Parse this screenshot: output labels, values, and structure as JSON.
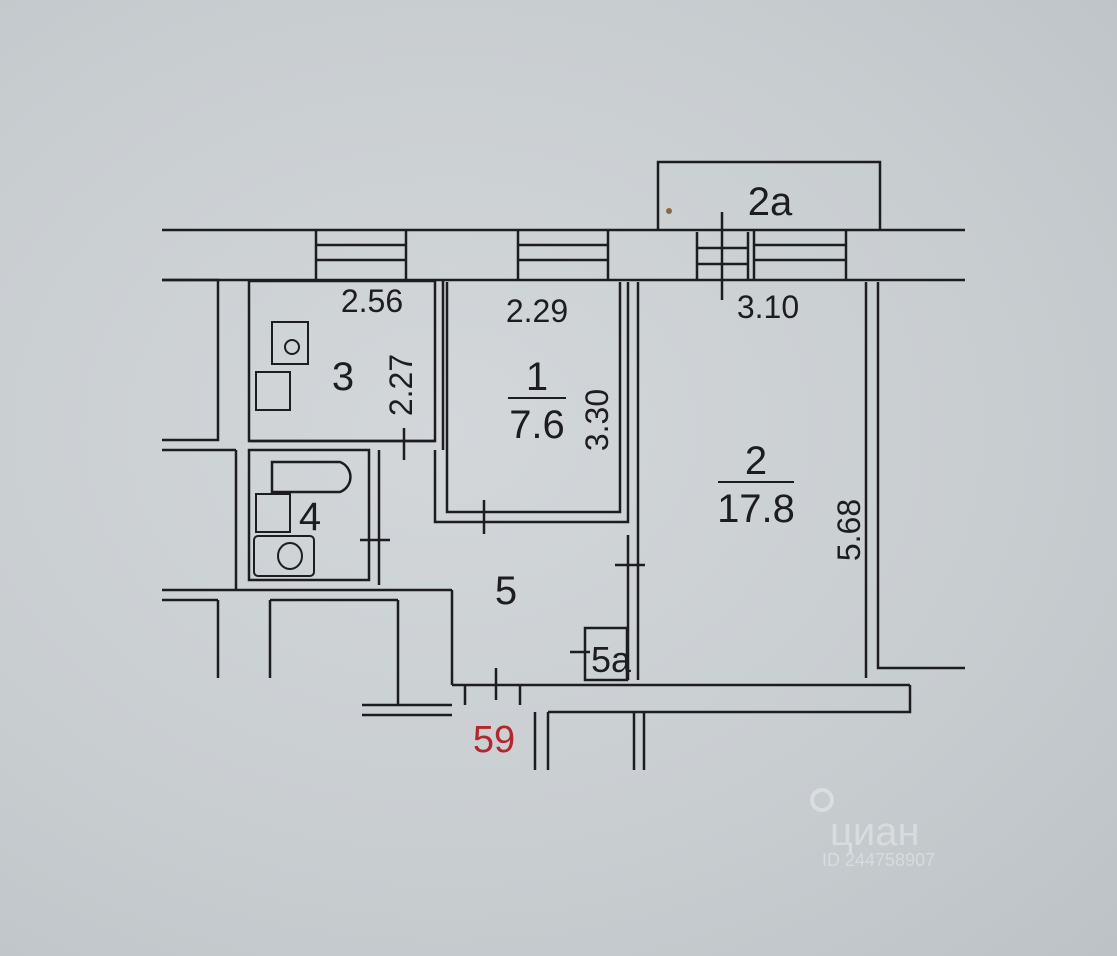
{
  "plan": {
    "apartment_number": "59",
    "rooms": [
      {
        "id": "1",
        "area": "7.6"
      },
      {
        "id": "2",
        "area": "17.8"
      },
      {
        "id": "2a"
      },
      {
        "id": "3"
      },
      {
        "id": "4"
      },
      {
        "id": "5"
      },
      {
        "id": "5a"
      }
    ],
    "dimensions": {
      "room3_width": "2.56",
      "room3_depth": "2.27",
      "room1_width": "2.29",
      "room1_depth": "3.30",
      "room2_width": "3.10",
      "room2_depth": "5.68"
    }
  },
  "watermark": {
    "brand": "циан",
    "id_text": "ID 244758907"
  },
  "colors": {
    "wall": "#1d1d1f",
    "background": "#c9ced1",
    "apartment_number": "#b3262c"
  }
}
